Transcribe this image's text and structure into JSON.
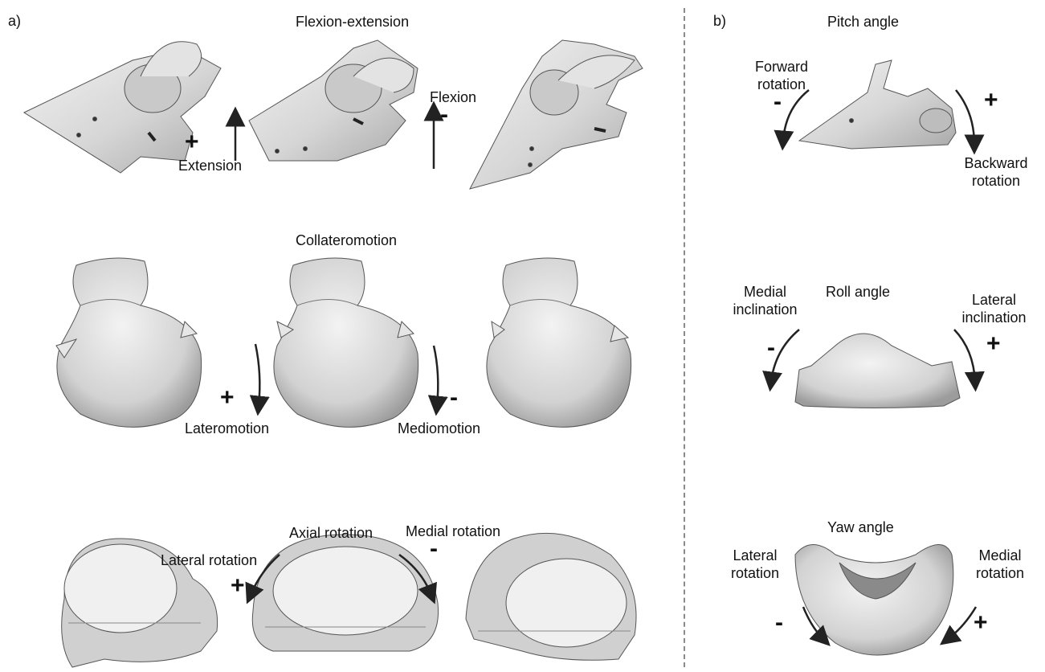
{
  "panel_a": {
    "letter": "a)",
    "flexion": {
      "title": "Flexion-extension",
      "flexion_label": "Flexion",
      "extension_label": "Extension",
      "minus": "-",
      "plus": "+"
    },
    "collateromotion": {
      "title": "Collateromotion",
      "lateromotion_label": "Lateromotion",
      "mediomotion_label": "Mediomotion",
      "minus": "-",
      "plus": "+"
    },
    "axial": {
      "title": "Axial rotation",
      "lateral_label": "Lateral rotation",
      "medial_label": "Medial rotation",
      "minus": "-",
      "plus": "+"
    }
  },
  "panel_b": {
    "letter": "b)",
    "pitch": {
      "title": "Pitch angle",
      "forward_label": "Forward\nrotation",
      "backward_label": "Backward\nrotation",
      "minus": "-",
      "plus": "+"
    },
    "roll": {
      "title": "Roll angle",
      "medial_label": "Medial\ninclination",
      "lateral_label": "Lateral\ninclination",
      "minus": "-",
      "plus": "+"
    },
    "yaw": {
      "title": "Yaw angle",
      "lateral_label": "Lateral\nrotation",
      "medial_label": "Medial\nrotation",
      "minus": "-",
      "plus": "+"
    }
  },
  "colors": {
    "bone": "#d9d9d9",
    "bone_shadow": "#a8a8a8",
    "bone_dark": "#6b6b6b",
    "divider": "#8a8a8a",
    "text": "#111111"
  }
}
